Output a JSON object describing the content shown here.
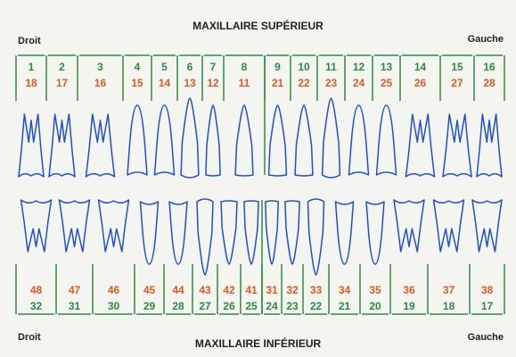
{
  "titles": {
    "upper": "MAXILLAIRE SUPÉRIEUR",
    "lower": "MAXILLAIRE INFÉRIEUR",
    "right_label": "Droit",
    "left_label": "Gauche"
  },
  "colors": {
    "universal_number": "#2e8b3d",
    "fdi_number": "#e05a20",
    "tooth_outline": "#1f4fd1",
    "bracket_line": "#2e8b3d"
  },
  "upper_teeth": [
    {
      "universal": "1",
      "fdi": "18"
    },
    {
      "universal": "2",
      "fdi": "17"
    },
    {
      "universal": "3",
      "fdi": "16"
    },
    {
      "universal": "4",
      "fdi": "15"
    },
    {
      "universal": "5",
      "fdi": "14"
    },
    {
      "universal": "6",
      "fdi": "13"
    },
    {
      "universal": "7",
      "fdi": "12"
    },
    {
      "universal": "8",
      "fdi": "11"
    },
    {
      "universal": "9",
      "fdi": "21"
    },
    {
      "universal": "10",
      "fdi": "22"
    },
    {
      "universal": "11",
      "fdi": "23"
    },
    {
      "universal": "12",
      "fdi": "24"
    },
    {
      "universal": "13",
      "fdi": "25"
    },
    {
      "universal": "14",
      "fdi": "26"
    },
    {
      "universal": "15",
      "fdi": "27"
    },
    {
      "universal": "16",
      "fdi": "28"
    }
  ],
  "lower_teeth": [
    {
      "universal": "32",
      "fdi": "48"
    },
    {
      "universal": "31",
      "fdi": "47"
    },
    {
      "universal": "30",
      "fdi": "46"
    },
    {
      "universal": "29",
      "fdi": "45"
    },
    {
      "universal": "28",
      "fdi": "44"
    },
    {
      "universal": "27",
      "fdi": "43"
    },
    {
      "universal": "26",
      "fdi": "42"
    },
    {
      "universal": "25",
      "fdi": "41"
    },
    {
      "universal": "24",
      "fdi": "31"
    },
    {
      "universal": "23",
      "fdi": "32"
    },
    {
      "universal": "22",
      "fdi": "33"
    },
    {
      "universal": "21",
      "fdi": "34"
    },
    {
      "universal": "20",
      "fdi": "35"
    },
    {
      "universal": "19",
      "fdi": "36"
    },
    {
      "universal": "18",
      "fdi": "37"
    },
    {
      "universal": "17",
      "fdi": "38"
    }
  ]
}
